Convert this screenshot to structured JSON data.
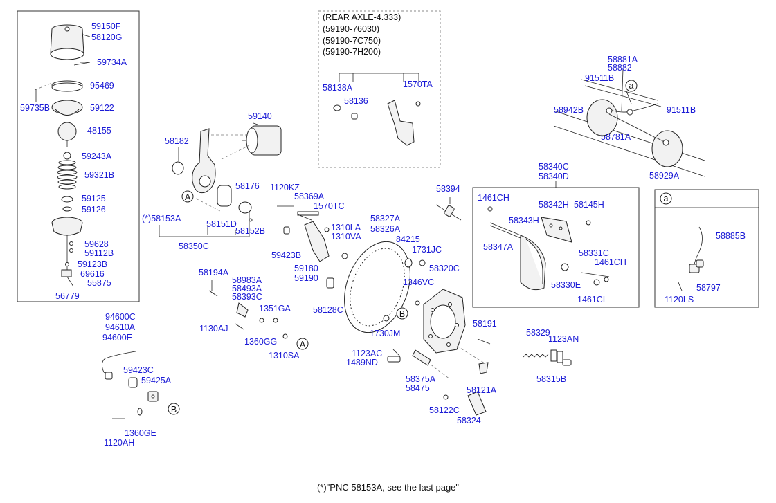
{
  "note_box": {
    "line1": "(REAR AXLE-4.333)",
    "line2": "(59190-76030)",
    "line3": "(59190-7C750)",
    "line4": "(59190-7H200)"
  },
  "labels": {
    "p59150F": "59150F",
    "p58120G": "58120G",
    "p59734A": "59734A",
    "p95469": "95469",
    "p59735B": "59735B",
    "p59122": "59122",
    "p48155": "48155",
    "p59243A": "59243A",
    "p59321B": "59321B",
    "p59125": "59125",
    "p59126": "59126",
    "p59628": "59628",
    "p59112B": "59112B",
    "p59123B": "59123B",
    "p69616": "69616",
    "p55875": "55875",
    "p56779": "56779",
    "p58182": "58182",
    "p59140": "59140",
    "p58176": "58176",
    "p58153A": "(*)58153A",
    "p58151D": "58151D",
    "p58152B": "58152B",
    "p58350C": "58350C",
    "p58138A": "58138A",
    "p58136": "58136",
    "p1570TA": "1570TA",
    "p1120KZ": "1120KZ",
    "p58369A": "58369A",
    "p1570TC": "1570TC",
    "p1310LA": "1310LA",
    "p1310VA": "1310VA",
    "p59423B": "59423B",
    "p59180": "59180",
    "p59190": "59190",
    "p58327A": "58327A",
    "p58326A": "58326A",
    "p84215": "84215",
    "p1731JC": "1731JC",
    "p58320C": "58320C",
    "p1346VC": "1346VC",
    "p58128C": "58128C",
    "p1730JM": "1730JM",
    "p58394": "58394",
    "p58194A": "58194A",
    "p58983A": "58983A",
    "p58493A": "58493A",
    "p58393C": "58393C",
    "p1351GA": "1351GA",
    "p1130AJ": "1130AJ",
    "p1360GG": "1360GG",
    "p1310SA": "1310SA",
    "p94600C": "94600C",
    "p94610A": "94610A",
    "p94600E": "94600E",
    "p59423C": "59423C",
    "p59425A": "59425A",
    "p1360GE": "1360GE",
    "p1120AH": "1120AH",
    "p1123AC": "1123AC",
    "p1489ND": "1489ND",
    "p58375A": "58375A",
    "p58475": "58475",
    "p58191": "58191",
    "p58121A": "58121A",
    "p58122C": "58122C",
    "p58324": "58324",
    "p58329": "58329",
    "p1123AN": "1123AN",
    "p58315B": "58315B",
    "p58340C": "58340C",
    "p58340D": "58340D",
    "p1461CH": "1461CH",
    "p58342H": "58342H",
    "p58145H": "58145H",
    "p58343H": "58343H",
    "p58347A": "58347A",
    "p58331C": "58331C",
    "p1461CH2": "1461CH",
    "p58330E": "58330E",
    "p1461CL": "1461CL",
    "p58881A": "58881A",
    "p58882": "58882",
    "p91511B": "91511B",
    "p91511B2": "91511B",
    "p58942B": "58942B",
    "p58781A": "58781A",
    "p58929A": "58929A",
    "p58885B": "58885B",
    "p58797": "58797",
    "p1120LS": "1120LS"
  },
  "callouts": {
    "A": "A",
    "B": "B",
    "a": "a"
  },
  "footnote": "(*)\"PNC 58153A, see the last page\""
}
